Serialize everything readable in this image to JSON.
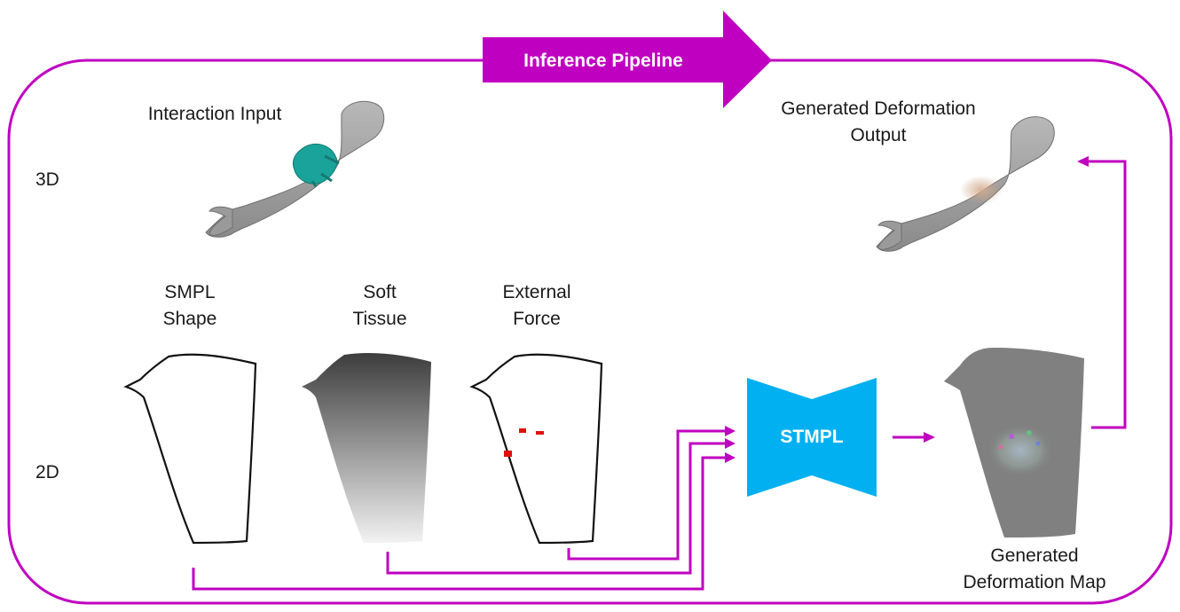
{
  "banner": {
    "label": "Inference Pipeline"
  },
  "rows": {
    "top": "3D",
    "bottom": "2D"
  },
  "labels": {
    "interaction_input": "Interaction Input",
    "generated_output": [
      "Generated Deformation",
      "Output"
    ],
    "smpl_shape": [
      "SMPL",
      "Shape"
    ],
    "soft_tissue": [
      "Soft",
      "Tissue"
    ],
    "external_force": [
      "External",
      "Force"
    ],
    "network": "STMPL",
    "deformation_map": [
      "Generated",
      "Deformation Map"
    ]
  },
  "colors": {
    "accent": "#c000c0",
    "network": "#00b0f0",
    "hand": "#1aa39a",
    "arm": "#9a9a9a",
    "force": "#e01010",
    "map": "#808080"
  },
  "nodes": [
    {
      "id": "interaction_input",
      "type": "3d-arm-with-hand"
    },
    {
      "id": "generated_output",
      "type": "3d-arm-deformed"
    },
    {
      "id": "smpl_shape",
      "type": "uv-silhouette"
    },
    {
      "id": "soft_tissue",
      "type": "uv-gradient"
    },
    {
      "id": "external_force",
      "type": "uv-force-points"
    },
    {
      "id": "network",
      "type": "hourglass"
    },
    {
      "id": "deformation_map",
      "type": "uv-deformation"
    }
  ],
  "edges": [
    {
      "from": "smpl_shape",
      "to": "network"
    },
    {
      "from": "soft_tissue",
      "to": "network"
    },
    {
      "from": "external_force",
      "to": "network"
    },
    {
      "from": "network",
      "to": "deformation_map"
    },
    {
      "from": "deformation_map",
      "to": "generated_output"
    }
  ]
}
